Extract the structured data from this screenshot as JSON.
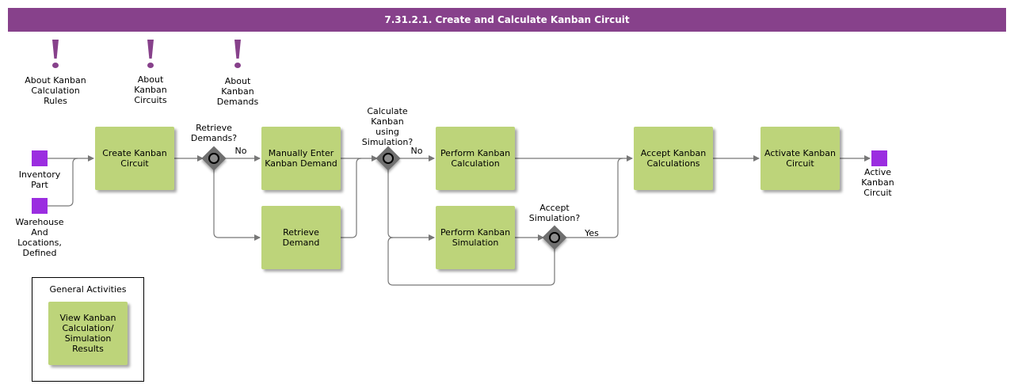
{
  "title": "7.31.2.1. Create and Calculate Kanban Circuit",
  "colors": {
    "title_bar": "#87418b",
    "activity": "#bdd47a",
    "event": "#9b2de0",
    "gateway": "#6f6f6f",
    "note_icon": "#87418b"
  },
  "notes": [
    {
      "icon": "exclamation-icon",
      "label": "About Kanban\nCalculation\nRules"
    },
    {
      "icon": "exclamation-icon",
      "label": "About\nKanban\nCircuits"
    },
    {
      "icon": "exclamation-icon",
      "label": "About\nKanban\nDemands"
    }
  ],
  "events": {
    "inventory_part": "Inventory\nPart",
    "warehouse": "Warehouse\nAnd\nLocations,\nDefined",
    "active_circuit": "Active\nKanban\nCircuit"
  },
  "activities": {
    "create_circuit": "Create Kanban Circuit",
    "manual_demand": "Manually Enter Kanban Demand",
    "retrieve_demand": "Retrieve Demand",
    "perform_calc": "Perform Kanban Calculation",
    "perform_sim": "Perform Kanban Simulation",
    "accept_calc": "Accept Kanban Calculations",
    "activate_circuit": "Activate Kanban Circuit",
    "view_results": "View Kanban Calculation/ Simulation Results"
  },
  "gateways": {
    "retrieve_demands": "Retrieve\nDemands?",
    "calc_sim": "Calculate\nKanban\nusing\nSimulation?",
    "accept_sim": "Accept\nSimulation?"
  },
  "flow_labels": {
    "no_1": "No",
    "no_2": "No",
    "yes": "Yes"
  },
  "general": {
    "title": "General Activities"
  }
}
